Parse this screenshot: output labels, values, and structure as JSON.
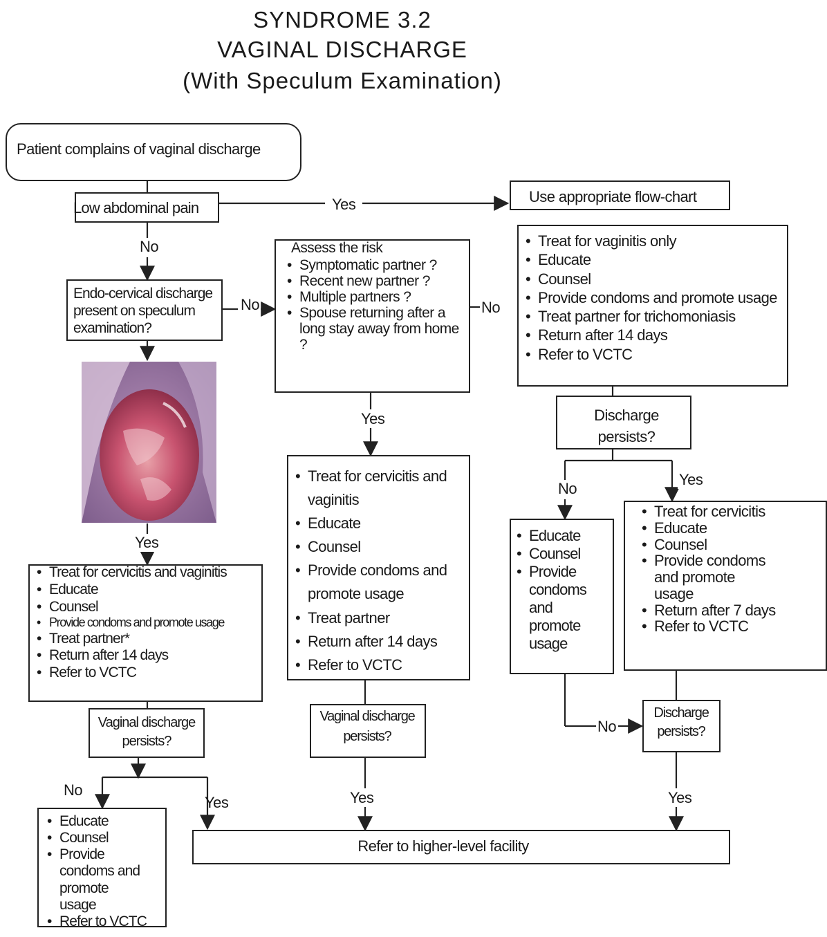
{
  "title": {
    "line1": "SYNDROME  3.2",
    "line2": "VAGINAL  DISCHARGE",
    "line3": "(With Speculum Examination)"
  },
  "nodes": {
    "start": "Patient complains of vaginal discharge",
    "low_abdominal_pain": "Low abdominal pain",
    "appropriate_flowchart": "Use appropriate flow-chart",
    "endocervical": "Endo-cervical discharge present on speculum examination?",
    "assess_risk": {
      "heading": "Assess the risk",
      "items": [
        "Symptomatic partner ?",
        "Recent new partner ?",
        "Multiple partners ?",
        "Spouse returning after a long stay away from home ?"
      ]
    },
    "vaginitis_only": {
      "items": [
        "Treat for vaginitis only",
        "Educate",
        "Counsel",
        "Provide condoms and promote usage",
        "Treat partner for trichomoniasis",
        "Return after 14 days",
        "Refer to VCTC"
      ]
    },
    "discharge_persists_right": "Discharge persists?",
    "left_treat": {
      "items": [
        "Treat for cervicitis and vaginitis",
        "Educate",
        "Counsel",
        "Provide condoms and promote usage",
        "Treat partner*",
        "Return after 14 days",
        "Refer to VCTC"
      ]
    },
    "middle_treat": {
      "items": [
        "Treat for cervicitis and vaginitis",
        "Educate",
        "Counsel",
        "Provide condoms and promote usage",
        "Treat partner",
        "Return after 14 days",
        "Refer to VCTC"
      ]
    },
    "right_no": {
      "items": [
        "Educate",
        "Counsel",
        "Provide condoms and promote usage"
      ]
    },
    "right_yes": {
      "items": [
        "Treat for cervicitis",
        "Educate",
        "Counsel",
        "Provide condoms and promote usage",
        "Return after 7 days",
        "Refer to VCTC"
      ]
    },
    "left_persists": "Vaginal discharge persists?",
    "middle_persists": "Vaginal discharge persists?",
    "lower_right_persists": "Discharge persists?",
    "left_no_box": {
      "items": [
        "Educate",
        "Counsel",
        "Provide condoms and promote usage",
        "Refer to VCTC"
      ]
    },
    "refer_higher": "Refer to higher-level facility"
  },
  "labels": {
    "yes": "Yes",
    "no": "No"
  },
  "colors": {
    "line": "#222222",
    "photo_tissue": "#c8536f",
    "photo_background": "#a07aa6"
  }
}
